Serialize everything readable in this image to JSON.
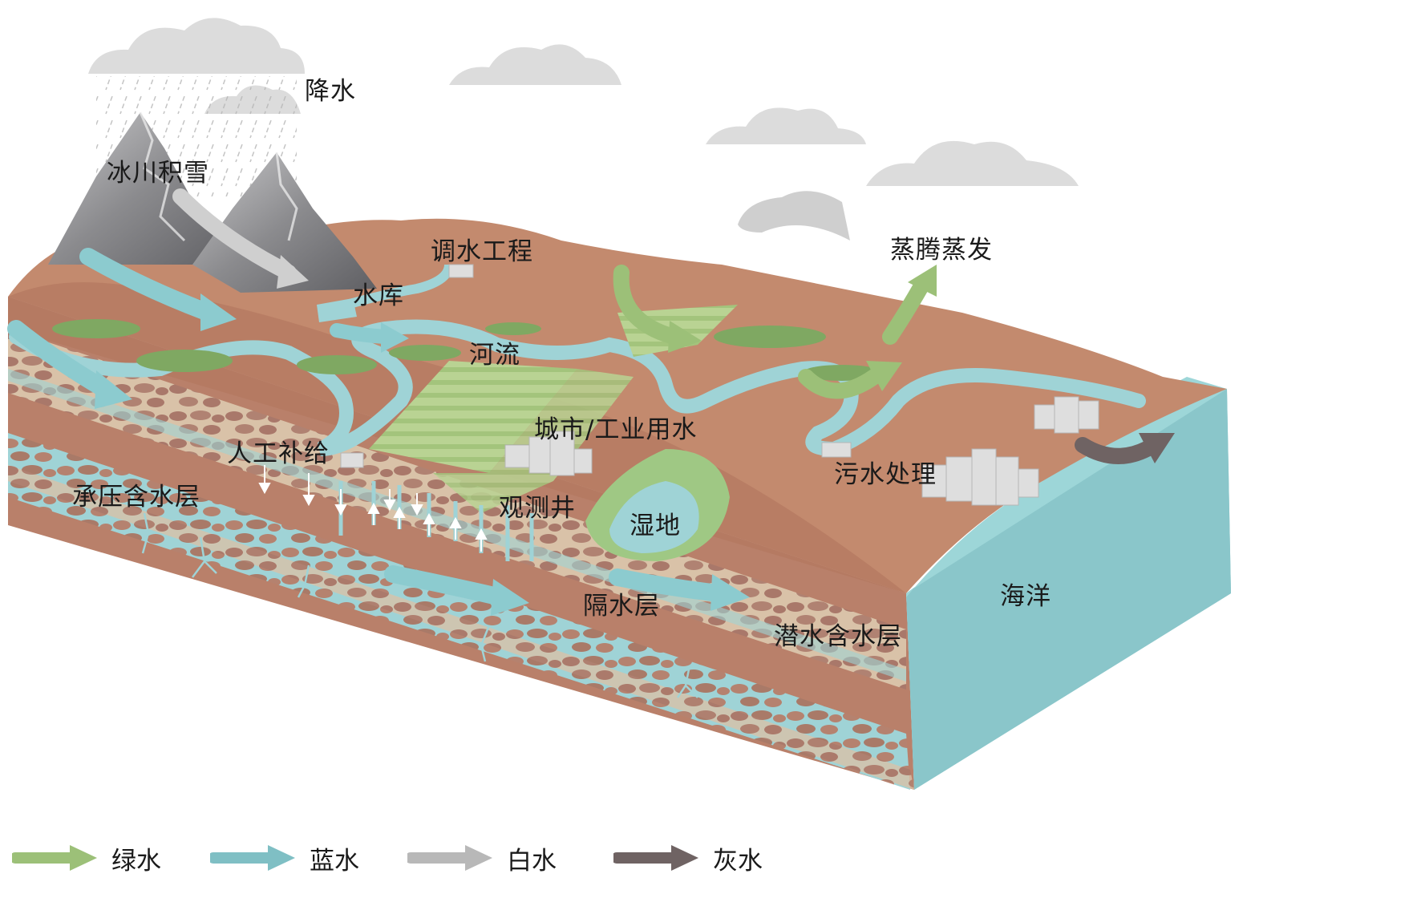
{
  "labels": {
    "precipitation": "降水",
    "glacier_snow": "冰川积雪",
    "water_transfer": "调水工程",
    "reservoir": "水库",
    "evapotranspiration": "蒸腾蒸发",
    "river": "河流",
    "urban_industrial": "城市/工业用水",
    "artificial_recharge": "人工补给",
    "confined_aquifer": "承压含水层",
    "observation_well": "观测井",
    "wetland": "湿地",
    "sewage_treatment": "污水处理",
    "ocean": "海洋",
    "aquitard": "隔水层",
    "unconfined_aquifer": "潜水含水层"
  },
  "legend": [
    {
      "label": "绿水",
      "color": "#9cc078",
      "icon": "green-arrow-icon"
    },
    {
      "label": "蓝水",
      "color": "#7fbfc4",
      "icon": "blue-arrow-icon"
    },
    {
      "label": "白水",
      "color": "#b8b8b8",
      "icon": "white-arrow-icon"
    },
    {
      "label": "灰水",
      "color": "#6f6363",
      "icon": "gray-arrow-icon"
    }
  ],
  "colors": {
    "soil": "#b9806a",
    "soil_dark": "#9a6150",
    "water": "#9fd3d6",
    "ocean": "#8cc9cc",
    "mountain": "#8e8e90",
    "vegetation": "#7fa862",
    "field": "#b5d08e"
  }
}
